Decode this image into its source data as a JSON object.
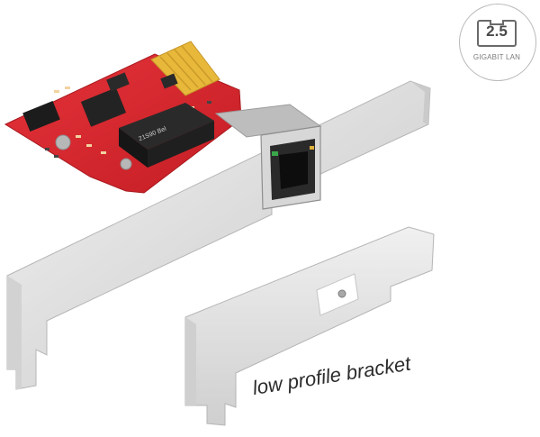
{
  "badge": {
    "speed": "2.5",
    "label": "GIGABIT LAN",
    "icon": "ethernet-port-icon"
  },
  "chip_marking": "21S90 Bel",
  "caption": "low profile bracket",
  "colors": {
    "pcb": "#d8232a",
    "gold_contacts": "#e8b83a",
    "bracket": "#e4e4e4",
    "badge_border": "#b9b9b9"
  }
}
